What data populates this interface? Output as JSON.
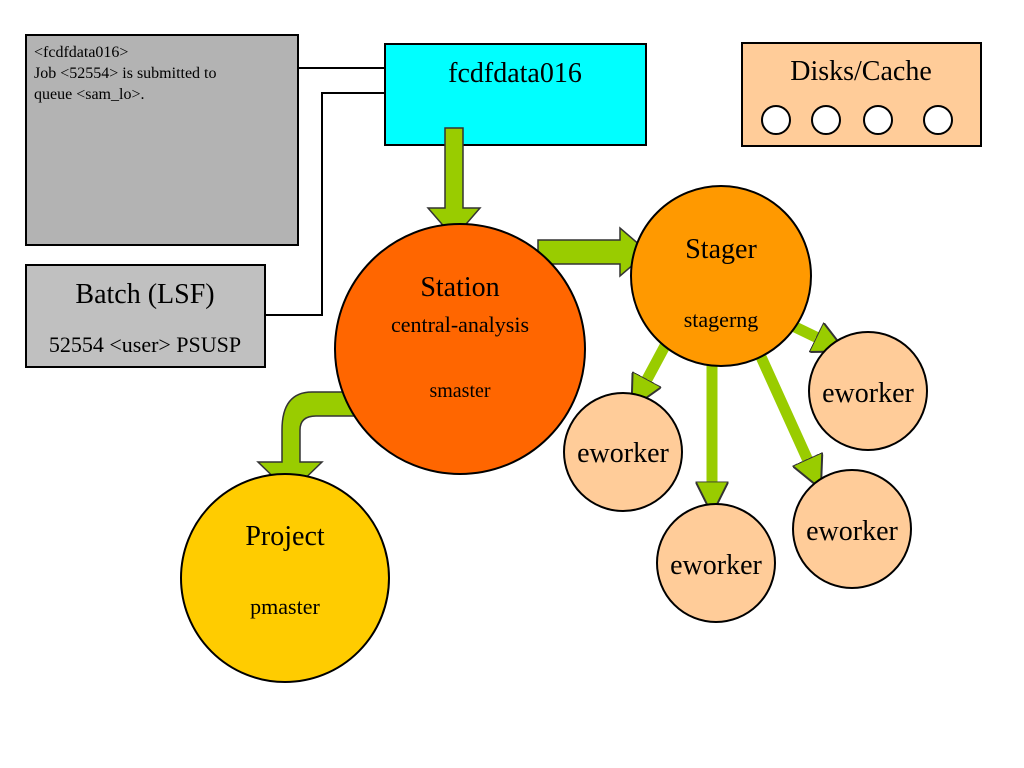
{
  "terminal": {
    "lines": [
      "<fcdfdata016>",
      "Job <52554> is submitted to",
      "queue <sam_lo>."
    ]
  },
  "host": {
    "label": "fcdfdata016"
  },
  "disks": {
    "label": "Disks/Cache",
    "disk_count": 4
  },
  "batch": {
    "title": "Batch (LSF)",
    "status": "52554 <user> PSUSP"
  },
  "station": {
    "title": "Station",
    "name": "central-analysis",
    "process": "smaster"
  },
  "stager": {
    "title": "Stager",
    "process": "stagerng"
  },
  "project": {
    "title": "Project",
    "process": "pmaster"
  },
  "workers": [
    {
      "label": "eworker"
    },
    {
      "label": "eworker"
    },
    {
      "label": "eworker"
    },
    {
      "label": "eworker"
    }
  ],
  "colors": {
    "terminal": "#b3b3b3",
    "host": "#00ffff",
    "disks": "#ffcc99",
    "batch": "#c0c0c0",
    "station": "#ff6600",
    "stager": "#ff9900",
    "project": "#ffcc00",
    "worker": "#ffcc99",
    "arrow": "#99cc00"
  }
}
